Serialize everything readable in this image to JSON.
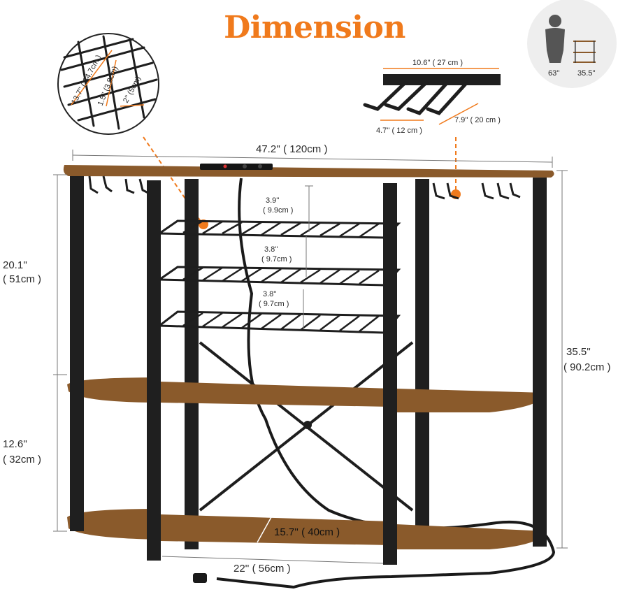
{
  "title": "Dimension",
  "colors": {
    "accent": "#f07a1c",
    "wood": "#8a5a2b",
    "steel": "#1f1f1f",
    "circle_bg": "#eeeeee"
  },
  "detail_rack": {
    "depth": "13.7'' ( 34.7cm )",
    "gap": "1.5'' (3.8cm)",
    "slot": "2'' (5cm)"
  },
  "detail_holder": {
    "length": "10.6'' ( 27 cm )",
    "hook_gap": "4.7'' ( 12 cm )",
    "hook_len": "7.9'' ( 20 cm )"
  },
  "scale_icon": {
    "person_height": "63''",
    "table_height": "35.5''"
  },
  "dimensions": {
    "width": "47.2'' ( 120cm )",
    "upper_height_in": "20.1''",
    "upper_height_cm": "( 51cm )",
    "lower_height_in": "12.6''",
    "lower_height_cm": "( 32cm )",
    "total_height_in": "35.5''",
    "total_height_cm": "( 90.2cm )",
    "rack_gap_1_in": "3.9''",
    "rack_gap_1_cm": "( 9.9cm )",
    "rack_gap_2_in": "3.8''",
    "rack_gap_2_cm": "( 9.7cm )",
    "rack_gap_3_in": "3.8''",
    "rack_gap_3_cm": "( 9.7cm )",
    "shelf_depth": "15.7'' ( 40cm )",
    "inner_width": "22'' ( 56cm )"
  }
}
